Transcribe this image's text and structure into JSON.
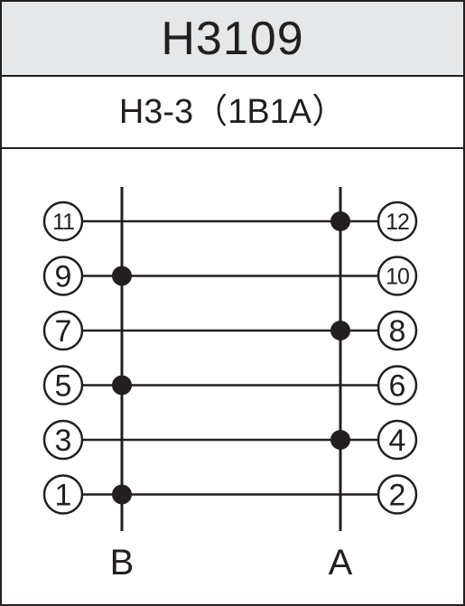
{
  "header": {
    "model": "H3109",
    "configuration": "H3-3（1B1A）"
  },
  "diagram": {
    "buses": [
      {
        "id": "B",
        "label": "B"
      },
      {
        "id": "A",
        "label": "A"
      }
    ],
    "rows": [
      {
        "left": "11",
        "right": "12",
        "bus": "A"
      },
      {
        "left": "9",
        "right": "10",
        "bus": "B"
      },
      {
        "left": "7",
        "right": "8",
        "bus": "A"
      },
      {
        "left": "5",
        "right": "6",
        "bus": "B"
      },
      {
        "left": "3",
        "right": "4",
        "bus": "A"
      },
      {
        "left": "1",
        "right": "2",
        "bus": "B"
      }
    ]
  },
  "colors": {
    "ink": "#231f20",
    "header_background": "#e6e7e8",
    "background": "#ffffff"
  }
}
